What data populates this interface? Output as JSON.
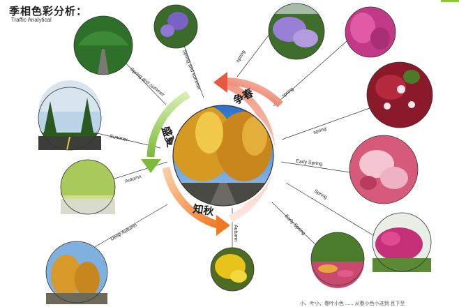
{
  "header": {
    "title_cn": "季相色彩分析：",
    "title_en": "Traffic Analytical"
  },
  "center": {
    "image": "autumn-tree-lined-road-photo"
  },
  "ring": {
    "spring_label": "争春",
    "summer_label": "盛夏",
    "autumn_label": "知秋",
    "colors": {
      "spring": "#e8573f",
      "summer": "#8cc63f",
      "autumn": "#f08a33"
    }
  },
  "photos": [
    {
      "label": "Spring and summer",
      "image": "tree-lined-avenue-photo"
    },
    {
      "label": "Spring and summer",
      "image": "purple-iris-flowers-photo"
    },
    {
      "label": "spring",
      "image": "purple-flowering-shrub-photo"
    },
    {
      "label": "spring",
      "image": "magenta-redbud-blossom-photo"
    },
    {
      "label": "spring",
      "image": "red-leaf-white-blossom-photo"
    },
    {
      "label": "Summer",
      "image": "pine-lined-road-photo"
    },
    {
      "label": "Early Spring",
      "image": "pink-cherry-blossom-photo"
    },
    {
      "label": "Autumn",
      "image": "yellow-willow-arch-photo"
    },
    {
      "label": "Spring",
      "image": "pink-bougainvillea-bush-photo"
    },
    {
      "label": "Deep Autumn",
      "image": "golden-poplar-row-photo"
    },
    {
      "label": "Autumn",
      "image": "yellow-forsythia-photo"
    },
    {
      "label": "Early Spring",
      "image": "flower-bed-garden-photo"
    }
  ],
  "footer": {
    "text": "小、叶小，春叶小色 ...... 从春小色小进到 且下至"
  }
}
